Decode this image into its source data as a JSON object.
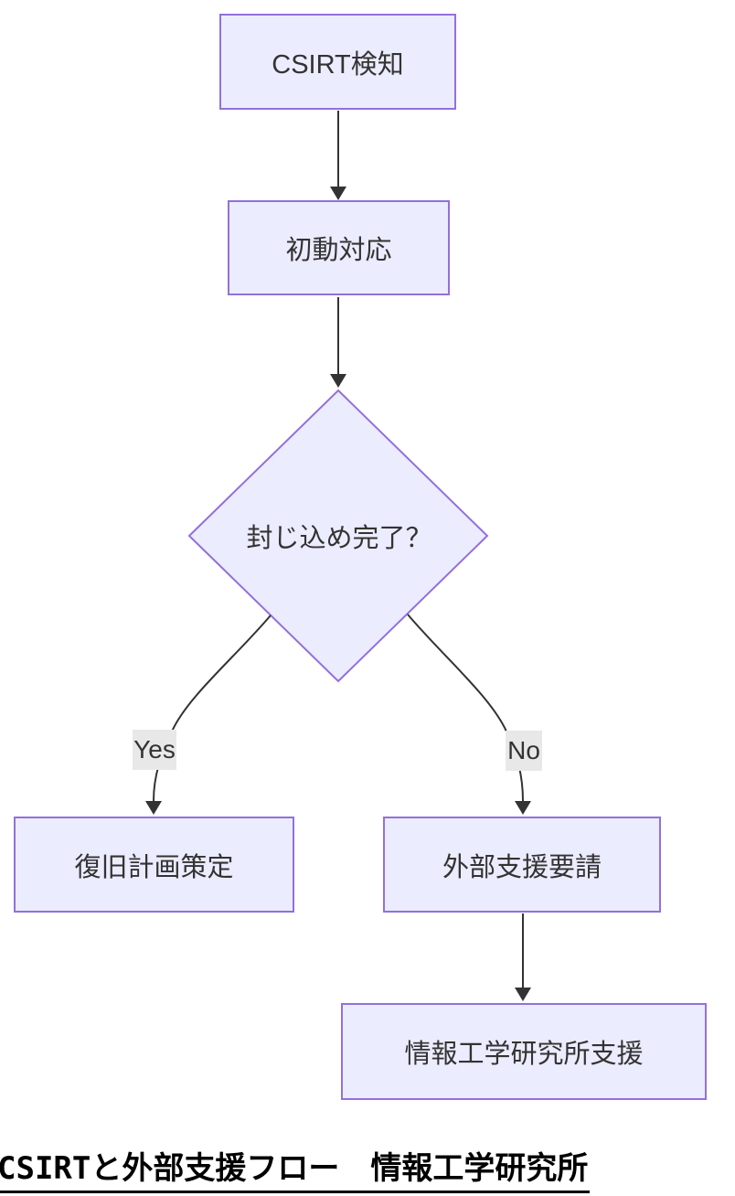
{
  "diagram": {
    "type": "flowchart",
    "direction": "top-down",
    "colors": {
      "background": "#ffffff",
      "node_fill": "#ECECFF",
      "node_border": "#9370DB",
      "edge_stroke": "#333333",
      "edge_label_bg": "#e8e8e8",
      "node_text": "#333333",
      "caption_text": "#000000"
    },
    "nodes": [
      {
        "id": "detect",
        "shape": "rect",
        "label": "CSIRT検知"
      },
      {
        "id": "initial",
        "shape": "rect",
        "label": "初動対応"
      },
      {
        "id": "containment",
        "shape": "diamond",
        "label": "封じ込め完了？"
      },
      {
        "id": "recovery",
        "shape": "rect",
        "label": "復旧計画策定"
      },
      {
        "id": "external",
        "shape": "rect",
        "label": "外部支援要請"
      },
      {
        "id": "support",
        "shape": "rect",
        "label": "情報工学研究所支援"
      }
    ],
    "edges": [
      {
        "from": "detect",
        "to": "initial",
        "label": ""
      },
      {
        "from": "initial",
        "to": "containment",
        "label": ""
      },
      {
        "from": "containment",
        "to": "recovery",
        "label": "Yes"
      },
      {
        "from": "containment",
        "to": "external",
        "label": "No"
      },
      {
        "from": "external",
        "to": "support",
        "label": ""
      }
    ],
    "caption": "CSIRTと外部支援フロー　情報工学研究所"
  }
}
